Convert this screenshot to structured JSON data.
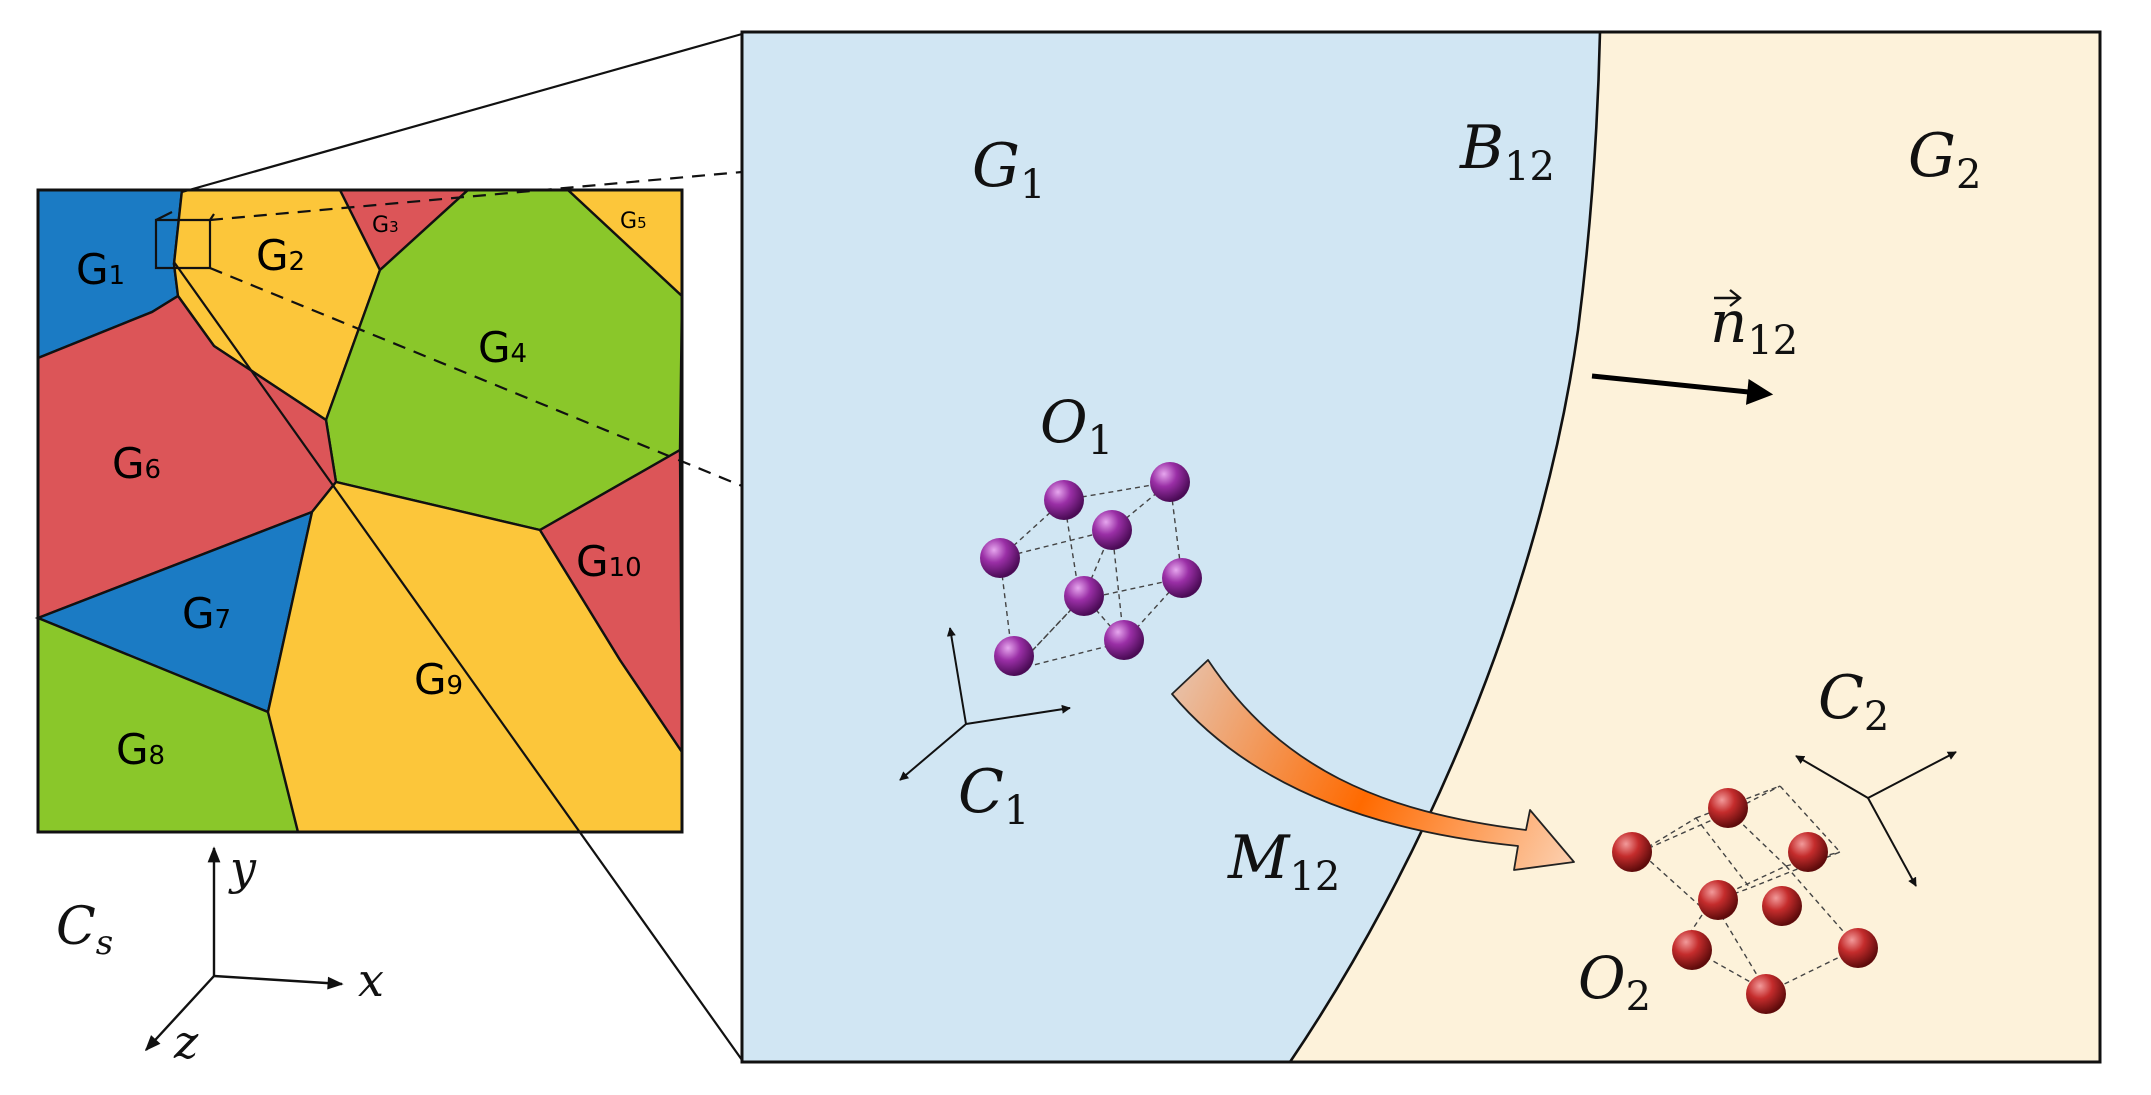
{
  "grains": [
    {
      "id": "g1",
      "letter": "G",
      "index": "1",
      "color": "#1b7bc4"
    },
    {
      "id": "g2",
      "letter": "G",
      "index": "2",
      "color": "#fcc63a"
    },
    {
      "id": "g3",
      "letter": "G",
      "index": "3",
      "color": "#dc5558"
    },
    {
      "id": "g4",
      "letter": "G",
      "index": "4",
      "color": "#8ac72a"
    },
    {
      "id": "g5",
      "letter": "G",
      "index": "5",
      "color": "#fcc63a"
    },
    {
      "id": "g6",
      "letter": "G",
      "index": "6",
      "color": "#dc5558"
    },
    {
      "id": "g7",
      "letter": "G",
      "index": "7",
      "color": "#1b7bc4"
    },
    {
      "id": "g8",
      "letter": "G",
      "index": "8",
      "color": "#8ac72a"
    },
    {
      "id": "g9",
      "letter": "G",
      "index": "9",
      "color": "#fcc63a"
    },
    {
      "id": "g10",
      "letter": "G",
      "index": "10",
      "color": "#dc5558"
    }
  ],
  "sample_frame": {
    "name": {
      "base": "C",
      "sub": "s"
    },
    "x_label": "x",
    "y_label": "y",
    "z_label": "z"
  },
  "zoom": {
    "grain1": {
      "base": "G",
      "sub": "1",
      "color": "#d1e6f3"
    },
    "grain2": {
      "base": "G",
      "sub": "2",
      "color": "#fdf2da"
    },
    "boundary": {
      "base": "B",
      "sub": "12"
    },
    "normal": {
      "base": "n",
      "sub": "12"
    },
    "orientation1": {
      "base": "O",
      "sub": "1",
      "atom_color": "#9a2fa6"
    },
    "orientation2": {
      "base": "O",
      "sub": "2",
      "atom_color": "#c42c2c"
    },
    "crystal_frame1": {
      "base": "C",
      "sub": "1"
    },
    "crystal_frame2": {
      "base": "C",
      "sub": "2"
    },
    "misorientation": {
      "base": "M",
      "sub": "12",
      "arrow_color": "#ff6a00"
    }
  }
}
